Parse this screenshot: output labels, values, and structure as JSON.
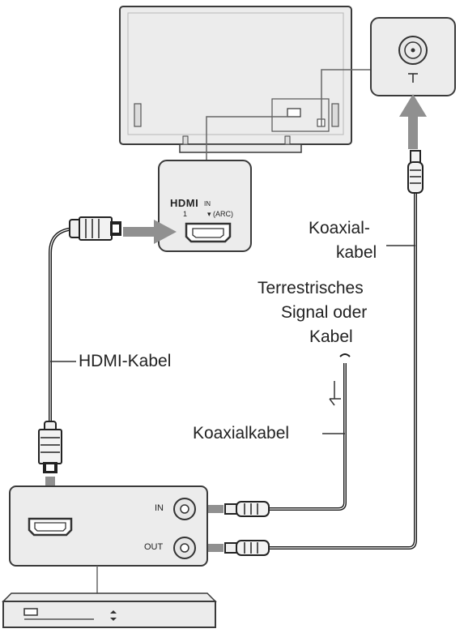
{
  "labels": {
    "hdmi_logo": "HDMI",
    "hdmi_in": "IN",
    "hdmi_port_number": "1",
    "hdmi_arc": "▾ (ARC)",
    "koaxial_kabel_line1": "Koaxial-",
    "koaxial_kabel_line2": "kabel",
    "signal_line1": "Terrestrisches",
    "signal_line2": "Signal oder",
    "signal_line3": "Kabel",
    "hdmi_kabel": "HDMI-Kabel",
    "koaxialkabel": "Koaxialkabel",
    "recorder_in": "IN",
    "recorder_out": "OUT"
  },
  "colors": {
    "panel_fill": "#ececec",
    "outline": "#3a3a3a",
    "arrow_gray": "#909090",
    "cable": "#1a1a1a"
  }
}
